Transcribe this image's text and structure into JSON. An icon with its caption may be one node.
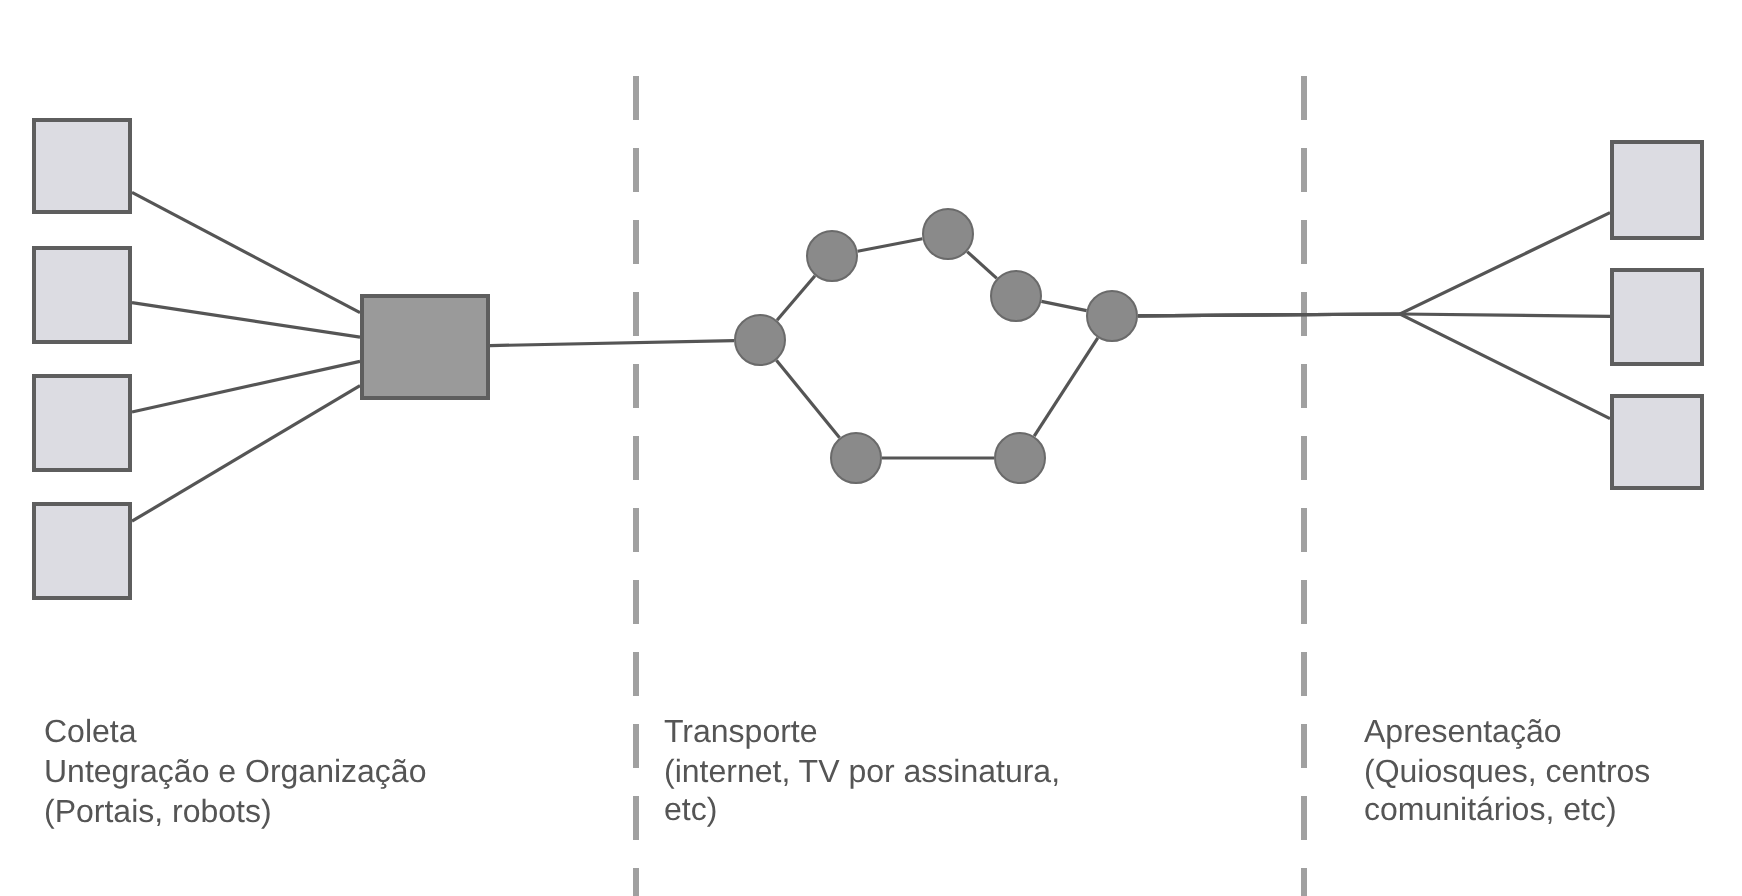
{
  "diagram": {
    "nodes": [
      {
        "text": [],
        "shape": "box"
      },
      {
        "text": [],
        "shape": "box"
      },
      {
        "text": [],
        "shape": "box"
      },
      {
        "text": [],
        "shape": "box"
      },
      {
        "text": [],
        "shape": "box"
      },
      {
        "text": [],
        "shape": "circle"
      },
      {
        "text": [],
        "shape": "circle"
      },
      {
        "text": [],
        "shape": "circle"
      },
      {
        "text": [],
        "shape": "circle"
      },
      {
        "text": [],
        "shape": "circle"
      },
      {
        "text": [],
        "shape": "circle"
      },
      {
        "text": [],
        "shape": "circle"
      },
      {
        "text": [],
        "shape": "box"
      },
      {
        "text": [],
        "shape": "box"
      },
      {
        "text": [],
        "shape": "box"
      }
    ],
    "edges": [
      {
        "from": 0,
        "to": 4,
        "arrow": "none"
      },
      {
        "from": 1,
        "to": 4,
        "arrow": "none"
      },
      {
        "from": 2,
        "to": 4,
        "arrow": "none"
      },
      {
        "from": 3,
        "to": 4,
        "arrow": "none"
      },
      {
        "from": 4,
        "to": 5,
        "arrow": "none"
      },
      {
        "from": 5,
        "to": 6,
        "arrow": "none"
      },
      {
        "from": 6,
        "to": 7,
        "arrow": "none"
      },
      {
        "from": 7,
        "to": 8,
        "arrow": "none"
      },
      {
        "from": 8,
        "to": 9,
        "arrow": "none"
      },
      {
        "from": 9,
        "to": 10,
        "arrow": "none"
      },
      {
        "from": 10,
        "to": 11,
        "arrow": "none"
      },
      {
        "from": 11,
        "to": 5,
        "arrow": "none"
      },
      {
        "from": 9,
        "to": 12,
        "arrow": "none"
      },
      {
        "from": 9,
        "to": 13,
        "arrow": "none"
      },
      {
        "from": 9,
        "to": 14,
        "arrow": "none"
      }
    ],
    "labels": [
      "Coleta",
      "Untegração e Organização",
      "(Portais, robots)",
      "Transporte",
      "(internet, TV por assinatura, etc)",
      "Apresentação",
      "(Quiosques, centros comunitários, etc)"
    ]
  }
}
